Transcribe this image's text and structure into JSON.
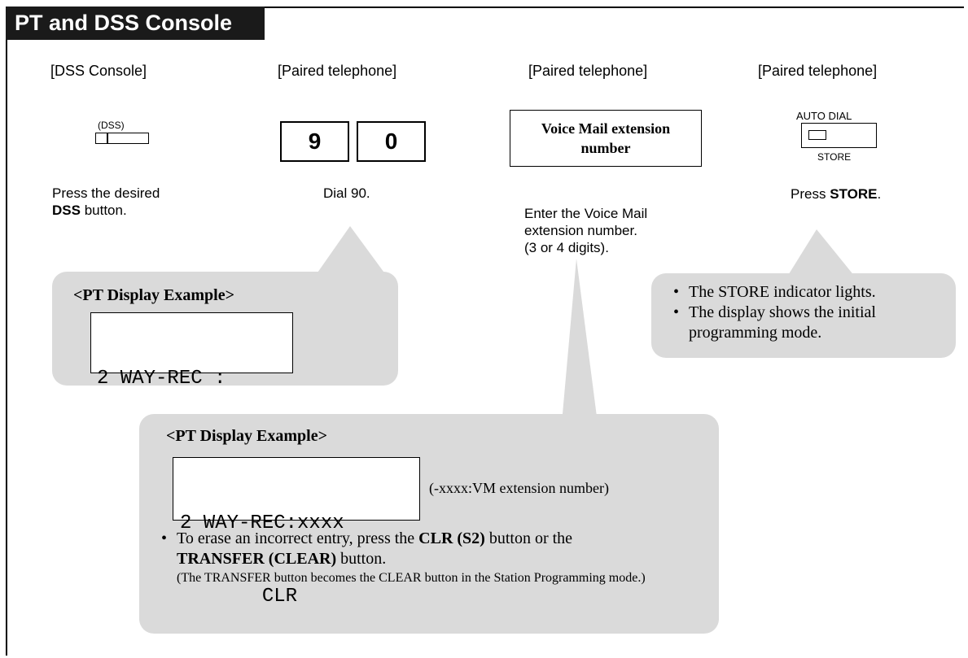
{
  "section_title": "PT and DSS Console",
  "step1": {
    "header": "[DSS Console]",
    "button_label": "(DSS)",
    "desc_prefix": "Press the desired",
    "desc_bold": "DSS",
    "desc_suffix": "button."
  },
  "step2": {
    "header": "[Paired telephone]",
    "keys": [
      "9",
      "0"
    ],
    "desc": "Dial 90."
  },
  "step3": {
    "header": "[Paired telephone]",
    "box_label": "Voice Mail extension number",
    "desc_line1": "Enter the Voice Mail",
    "desc_line2": "extension number.",
    "desc_line3": "(3 or 4 digits)."
  },
  "step4": {
    "header": "[Paired telephone]",
    "button_top_label": "AUTO DIAL",
    "button_bottom_label": "STORE",
    "desc_prefix": "Press",
    "desc_bold": "STORE",
    "desc_suffix": "."
  },
  "display1": {
    "title": "<PT Display Example>",
    "line1": "2 WAY-REC :",
    "line2": "       CLR"
  },
  "store_notes": [
    "The STORE indicator lights.",
    "The display shows the initial programming mode."
  ],
  "display2": {
    "title": "<PT Display Example>",
    "line1": "2 WAY-REC:xxxx",
    "line2": "       CLR",
    "note": "(-xxxx:VM extension number)",
    "bullet_prefix": "To erase an incorrect entry, press the",
    "bullet_bold1": "CLR (S2)",
    "bullet_mid": "button or the",
    "bullet_bold2": "TRANSFER (CLEAR)",
    "bullet_suffix": "button.",
    "small_note": "(The TRANSFER button becomes the CLEAR button in the Station Programming mode.)"
  }
}
